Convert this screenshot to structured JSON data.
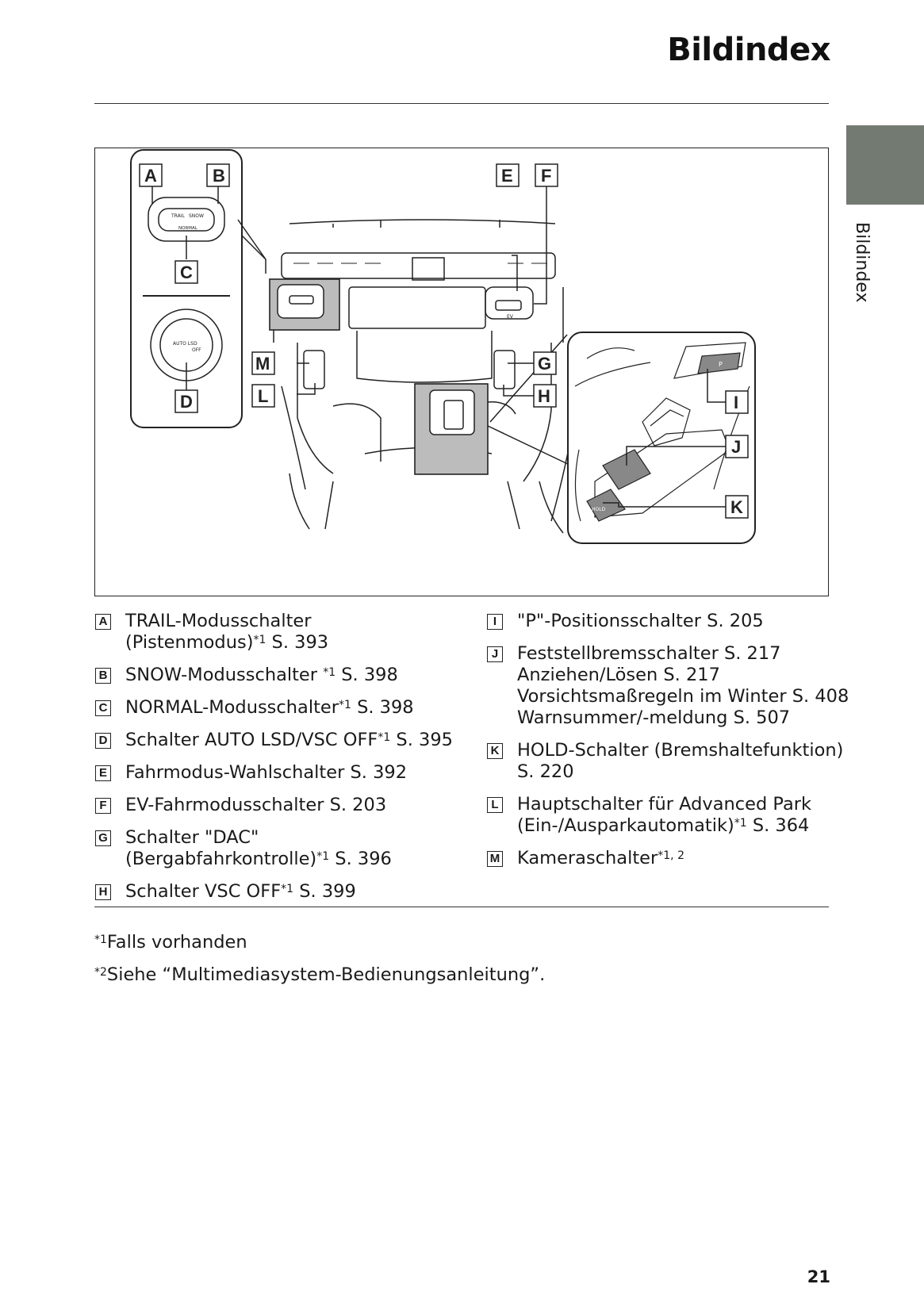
{
  "header": {
    "title": "Bildindex",
    "side_tab_label": "Bildindex"
  },
  "figure": {
    "callouts": [
      "A",
      "B",
      "C",
      "D",
      "E",
      "F",
      "G",
      "H",
      "I",
      "J",
      "K",
      "L",
      "M"
    ],
    "switch_labels": {
      "trail": "TRAIL",
      "snow": "SNOW",
      "normal": "NORMAL",
      "auto_lsd": "AUTO LSD",
      "off": "OFF",
      "ev": "EV",
      "p": "P",
      "hold": "HOLD"
    }
  },
  "legend_left": [
    {
      "key": "A",
      "lines": [
        [
          "TRAIL-Modusschalter"
        ],
        [
          "(Pistenmodus)",
          "*1",
          " S. 393"
        ]
      ]
    },
    {
      "key": "B",
      "lines": [
        [
          "SNOW-Modusschalter ",
          "*1",
          " S. 398"
        ]
      ]
    },
    {
      "key": "C",
      "lines": [
        [
          "NORMAL-Modusschalter",
          "*1",
          " S. 398"
        ]
      ]
    },
    {
      "key": "D",
      "lines": [
        [
          "Schalter AUTO LSD/VSC OFF",
          "*1",
          " S. 395"
        ]
      ]
    },
    {
      "key": "E",
      "lines": [
        [
          "Fahrmodus-Wahlschalter S. 392"
        ]
      ]
    },
    {
      "key": "F",
      "lines": [
        [
          "EV-Fahrmodusschalter S. 203"
        ]
      ]
    },
    {
      "key": "G",
      "lines": [
        [
          "Schalter \"DAC\""
        ],
        [
          "(Bergabfahrkontrolle)",
          "*1",
          " S. 396"
        ]
      ]
    },
    {
      "key": "H",
      "lines": [
        [
          "Schalter VSC OFF",
          "*1",
          " S. 399"
        ]
      ]
    }
  ],
  "legend_right": [
    {
      "key": "I",
      "lines": [
        [
          "\"P\"-Positionsschalter S. 205"
        ]
      ]
    },
    {
      "key": "J",
      "lines": [
        [
          "Feststellbremsschalter S. 217"
        ],
        [
          "Anziehen/Lösen S. 217"
        ],
        [
          "Vorsichtsmaßregeln im Winter S. 408"
        ],
        [
          "Warnsummer/-meldung S. 507"
        ]
      ]
    },
    {
      "key": "K",
      "lines": [
        [
          "HOLD-Schalter (Bremshaltefunktion)"
        ],
        [
          "S. 220"
        ]
      ]
    },
    {
      "key": "L",
      "lines": [
        [
          "Hauptschalter für Advanced Park"
        ],
        [
          "(Ein-/Ausparkautomatik)",
          "*1",
          " S. 364"
        ]
      ]
    },
    {
      "key": "M",
      "lines": [
        [
          "Kameraschalter",
          "*1, 2",
          ""
        ]
      ]
    }
  ],
  "footnotes": [
    {
      "mark": "*1",
      "text": "Falls vorhanden"
    },
    {
      "mark": "*2",
      "text": "Siehe “Multimediasystem-Bedienungsanleitung”."
    }
  ],
  "page_number": "21"
}
